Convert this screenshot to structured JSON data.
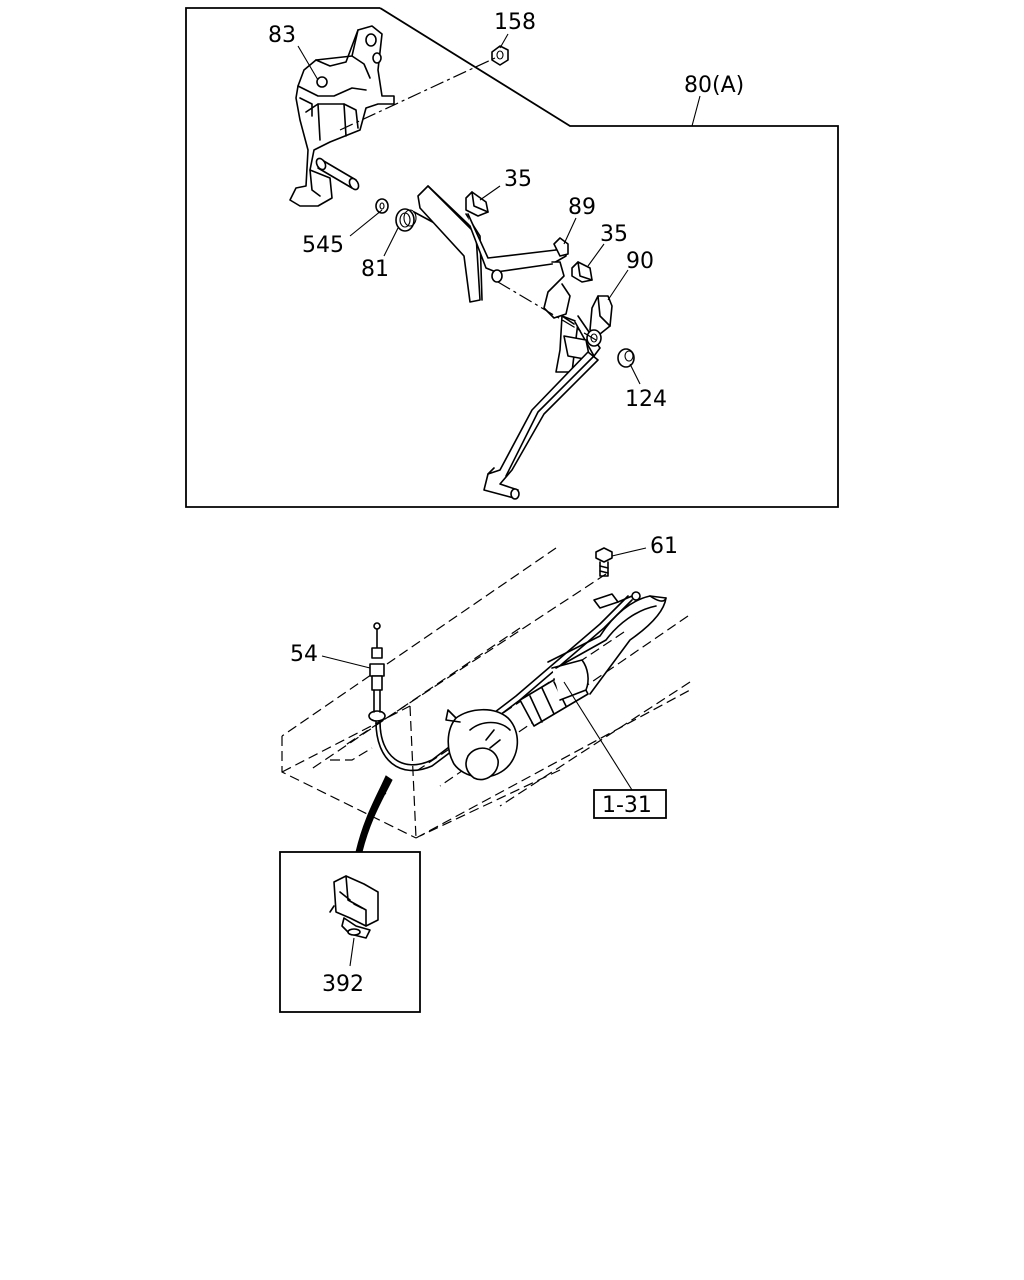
{
  "callouts": {
    "c83": "83",
    "c158": "158",
    "c80a": "80(A)",
    "c35a": "35",
    "c89": "89",
    "c35b": "35",
    "c90": "90",
    "c545": "545",
    "c81": "81",
    "c124": "124",
    "c61": "61",
    "c54": "54",
    "c131": "1-31",
    "c392": "392"
  }
}
